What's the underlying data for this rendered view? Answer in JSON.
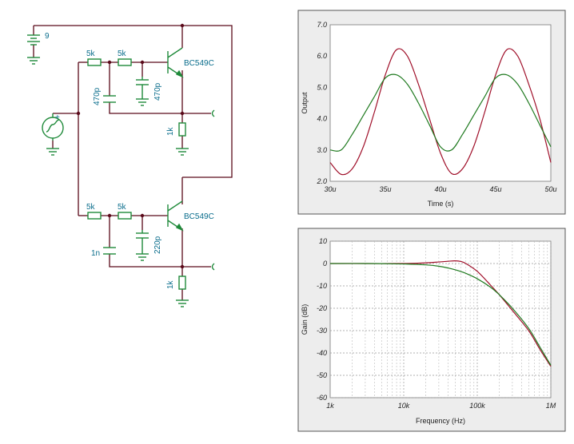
{
  "circuit": {
    "battery_label": "9",
    "stage1": {
      "r1": "5k",
      "r2": "5k",
      "c1": "470p",
      "c2": "470p",
      "transistor": "BC549C",
      "re": "1k"
    },
    "stage2": {
      "r1": "5k",
      "r2": "5k",
      "c1": "1n",
      "c2": "220p",
      "transistor": "BC549C",
      "re": "1k"
    },
    "source_symbol": "+"
  },
  "colors": {
    "wire": "#5a0a1a",
    "component": "#1f8a3a",
    "label": "#0a6d8c",
    "series_red": "#a0102a",
    "series_green": "#1f7a1f",
    "panel_bg": "#ededed"
  },
  "chart_data": [
    {
      "type": "line",
      "xlabel": "Time (s)",
      "ylabel": "Output",
      "xticks": [
        "30u",
        "35u",
        "40u",
        "45u",
        "50u"
      ],
      "yticks": [
        "2.0",
        "3.0",
        "4.0",
        "5.0",
        "6.0",
        "7.0"
      ],
      "xlim": [
        30,
        50
      ],
      "ylim": [
        2.0,
        7.0
      ],
      "series": [
        {
          "color": "#a0102a",
          "x": [
            30,
            31,
            32,
            33,
            34,
            35,
            36,
            37,
            38,
            39,
            40,
            41,
            42,
            43,
            44,
            45,
            46,
            47,
            48,
            49,
            50
          ],
          "y": [
            2.6,
            2.22,
            2.4,
            3.1,
            4.2,
            5.4,
            6.2,
            6.0,
            5.1,
            4.0,
            2.9,
            2.25,
            2.4,
            3.1,
            4.2,
            5.4,
            6.2,
            6.0,
            5.1,
            4.0,
            2.6
          ]
        },
        {
          "color": "#1f7a1f",
          "x": [
            30,
            31,
            32,
            33,
            34,
            35,
            36,
            37,
            38,
            39,
            40,
            41,
            42,
            43,
            44,
            45,
            46,
            47,
            48,
            49,
            50
          ],
          "y": [
            3.0,
            3.0,
            3.5,
            4.1,
            4.7,
            5.3,
            5.4,
            5.1,
            4.5,
            3.8,
            3.1,
            3.0,
            3.5,
            4.1,
            4.7,
            5.3,
            5.4,
            5.1,
            4.5,
            3.8,
            3.1
          ]
        }
      ],
      "grid": false
    },
    {
      "type": "line",
      "xlabel": "Frequency (Hz)",
      "ylabel": "Gain (dB)",
      "xscale": "log",
      "xticks": [
        "1k",
        "10k",
        "100k",
        "1M"
      ],
      "yticks": [
        "10",
        "0",
        "-10",
        "-20",
        "-30",
        "-40",
        "-50",
        "-60"
      ],
      "xlim": [
        1000,
        1000000
      ],
      "ylim": [
        -60,
        10
      ],
      "series": [
        {
          "color": "#a0102a",
          "x": [
            1000,
            3000,
            10000,
            20000,
            30000,
            40000,
            50000,
            60000,
            70000,
            100000,
            150000,
            200000,
            300000,
            500000,
            700000,
            1000000
          ],
          "y": [
            0,
            0,
            0,
            0.3,
            0.7,
            1.0,
            1.2,
            0.9,
            0,
            -3.5,
            -9.5,
            -14,
            -21,
            -30,
            -38,
            -46
          ]
        },
        {
          "color": "#1f7a1f",
          "x": [
            1000,
            3000,
            10000,
            20000,
            30000,
            40000,
            50000,
            60000,
            70000,
            100000,
            150000,
            200000,
            300000,
            500000,
            700000,
            1000000
          ],
          "y": [
            0,
            0,
            -0.2,
            -0.6,
            -1.2,
            -2.0,
            -2.8,
            -3.6,
            -4.4,
            -6.8,
            -10.5,
            -14,
            -20,
            -29,
            -37,
            -45.5
          ]
        }
      ],
      "grid": true
    }
  ]
}
